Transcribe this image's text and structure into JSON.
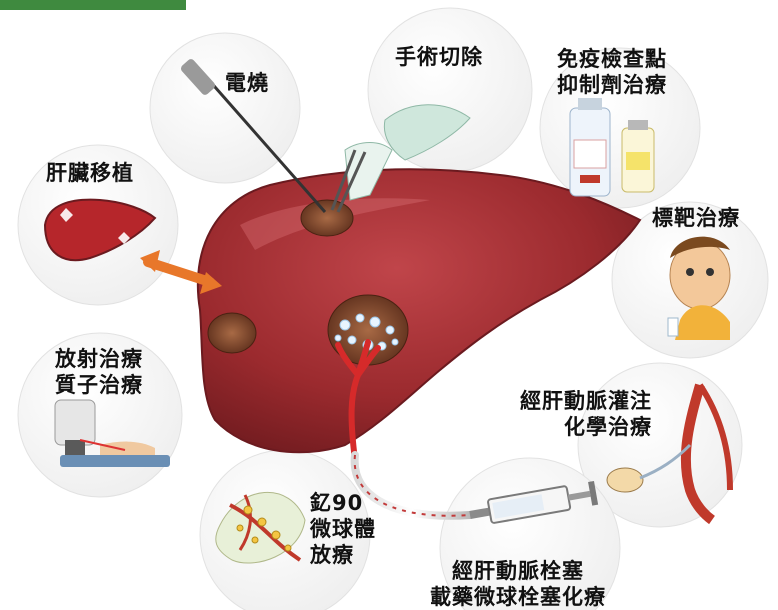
{
  "colors": {
    "accent_bar": "#3f8a3f",
    "liver": "#9b2a2e",
    "tumor": "#6e3a24",
    "arrow": "#e8772a",
    "circle_bg": "#f3f3f3"
  },
  "treatments": {
    "rfa": {
      "label": "電燒"
    },
    "surgery": {
      "label": "手術切除"
    },
    "immunotherapy": {
      "line1": "免疫檢查點",
      "line2": "抑制劑治療"
    },
    "transplant": {
      "label": "肝臟移植"
    },
    "targeted": {
      "label": "標靶治療"
    },
    "radiation": {
      "line1": "放射治療",
      "line2": "質子治療"
    },
    "haic": {
      "line1": "經肝動脈灌注",
      "line2": "化學治療"
    },
    "y90": {
      "line1": "釔90",
      "line2": "微球體",
      "line3": "放療"
    },
    "tace": {
      "line1": "經肝動脈栓塞",
      "line2": "載藥微球栓塞化療"
    }
  }
}
